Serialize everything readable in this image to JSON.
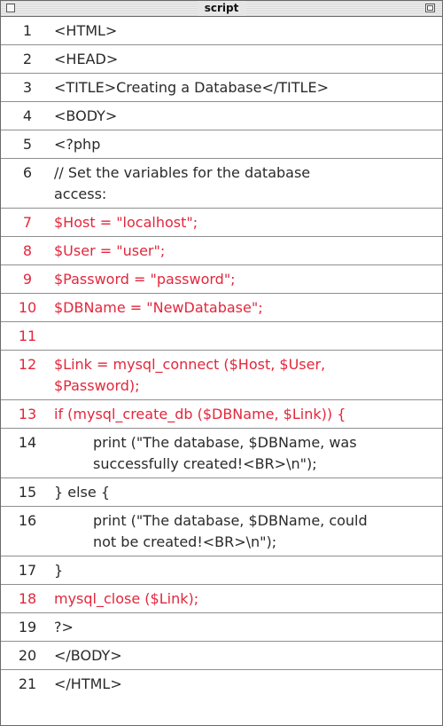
{
  "window": {
    "title": "script"
  },
  "colors": {
    "text": "#2a2a2a",
    "highlight": "#e2273c",
    "divider": "#8f8f8f"
  },
  "lines": [
    {
      "num": "1",
      "text": [
        "<HTML>"
      ]
    },
    {
      "num": "2",
      "text": [
        "<HEAD>"
      ]
    },
    {
      "num": "3",
      "text": [
        "<TITLE>Creating a Database</TITLE>"
      ]
    },
    {
      "num": "4",
      "text": [
        "<BODY>"
      ]
    },
    {
      "num": "5",
      "text": [
        "<?php"
      ]
    },
    {
      "num": "6",
      "text": [
        "// Set the variables for the database",
        "access:"
      ]
    },
    {
      "num": "7",
      "text": [
        "$Host = \"localhost\";"
      ],
      "highlight": true
    },
    {
      "num": "8",
      "text": [
        "$User = \"user\";"
      ],
      "highlight": true
    },
    {
      "num": "9",
      "text": [
        "$Password = \"password\";"
      ],
      "highlight": true
    },
    {
      "num": "10",
      "text": [
        "$DBName = \"NewDatabase\";"
      ],
      "highlight": true
    },
    {
      "num": "11",
      "text": [
        ""
      ],
      "highlight": true
    },
    {
      "num": "12",
      "text": [
        "$Link = mysql_connect ($Host, $User,",
        "$Password);"
      ],
      "highlight": true
    },
    {
      "num": "13",
      "text": [
        "if (mysql_create_db ($DBName, $Link)) {"
      ],
      "highlight": true
    },
    {
      "num": "14",
      "text": [
        "print (\"The database, $DBName, was",
        "successfully created!<BR>\\n\");"
      ],
      "indent": true
    },
    {
      "num": "15",
      "text": [
        "} else {"
      ]
    },
    {
      "num": "16",
      "text": [
        "print (\"The database, $DBName, could",
        "not be created!<BR>\\n\");"
      ],
      "indent": true
    },
    {
      "num": "17",
      "text": [
        "}"
      ]
    },
    {
      "num": "18",
      "text": [
        "mysql_close ($Link);"
      ],
      "highlight": true
    },
    {
      "num": "19",
      "text": [
        "?>"
      ]
    },
    {
      "num": "20",
      "text": [
        "</BODY>"
      ]
    },
    {
      "num": "21",
      "text": [
        "</HTML>"
      ]
    }
  ]
}
